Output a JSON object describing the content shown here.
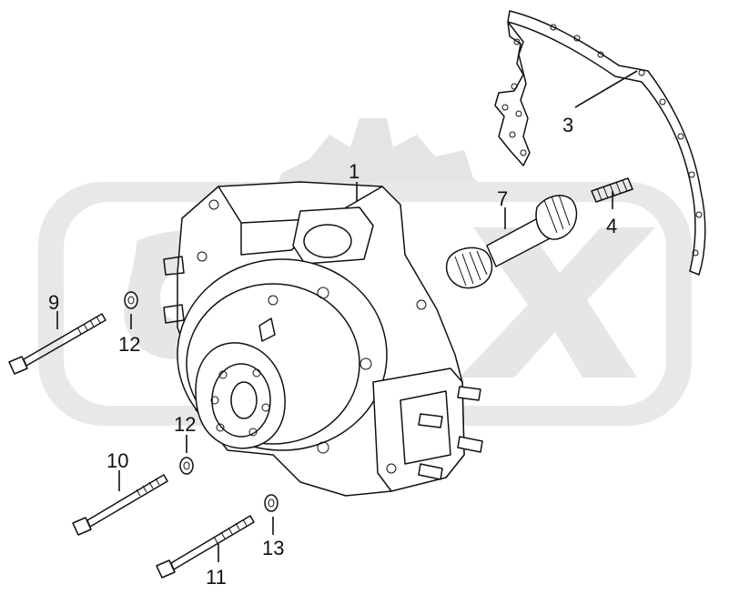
{
  "diagram": {
    "watermark": {
      "logo_icon": "gear-logo-icon"
    },
    "callouts": [
      {
        "id": "c1",
        "label": "1",
        "part": "gearbox-housing"
      },
      {
        "id": "c3",
        "label": "3",
        "part": "gasket"
      },
      {
        "id": "c4",
        "label": "4",
        "part": "spring"
      },
      {
        "id": "c7",
        "label": "7",
        "part": "splined-shaft"
      },
      {
        "id": "c9",
        "label": "9",
        "part": "bolt"
      },
      {
        "id": "c10",
        "label": "10",
        "part": "bolt"
      },
      {
        "id": "c11",
        "label": "11",
        "part": "bolt"
      },
      {
        "id": "c12a",
        "label": "12",
        "part": "washer"
      },
      {
        "id": "c12b",
        "label": "12",
        "part": "washer"
      },
      {
        "id": "c13",
        "label": "13",
        "part": "washer"
      }
    ]
  }
}
